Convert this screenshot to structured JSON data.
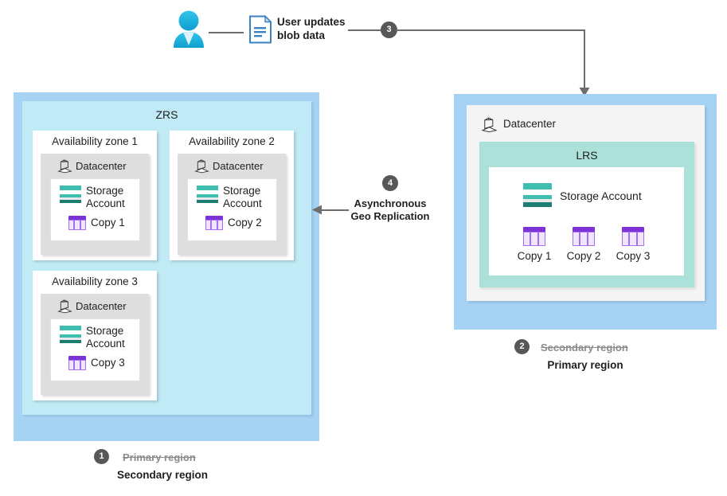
{
  "diagram": {
    "title": "Azure Storage geo-replication failover diagram",
    "colors": {
      "region_blue": "#a6d2f4",
      "zrs_cyan": "#bfeaf6",
      "lrs_teal": "#ace1da",
      "panel_grey": "#f4f4f4",
      "datacenter_grey": "#dedede",
      "storage_teal": "#3fbdae",
      "copy_purple": "#7c32d6",
      "badge_grey": "#575757",
      "line_grey": "#6d6d6d",
      "user_cyan": "#29b6e0",
      "doc_blue": "#3b82c4",
      "strikethrough_grey": "#8c8c8c"
    }
  },
  "flow": {
    "user_icon": "user-person-icon",
    "document_icon": "document-file-icon",
    "user_action_label": "User updates\nblob data",
    "user_action_line1": "User updates",
    "user_action_line2": "blob data",
    "step3_badge": "3"
  },
  "left_region": {
    "badge": "1",
    "caption_old": "Primary region",
    "caption_new": "Secondary region",
    "zrs_title": "ZRS",
    "zones": [
      {
        "name": "Availability zone 1",
        "datacenter_label": "Datacenter",
        "storage_account_line1": "Storage",
        "storage_account_line2": "Account",
        "copy_label": "Copy 1"
      },
      {
        "name": "Availability zone 2",
        "datacenter_label": "Datacenter",
        "storage_account_line1": "Storage",
        "storage_account_line2": "Account",
        "copy_label": "Copy 2"
      },
      {
        "name": "Availability zone 3",
        "datacenter_label": "Datacenter",
        "storage_account_line1": "Storage",
        "storage_account_line2": "Account",
        "copy_label": "Copy 3"
      }
    ]
  },
  "right_region": {
    "badge": "2",
    "caption_old": "Secondary region",
    "caption_new": "Primary region",
    "datacenter_label": "Datacenter",
    "lrs_title": "LRS",
    "storage_account_label": "Storage Account",
    "copies": [
      "Copy 1",
      "Copy 2",
      "Copy 3"
    ]
  },
  "replication": {
    "badge": "4",
    "label_line1": "Asynchronous",
    "label_line2": "Geo Replication",
    "direction": "right-to-left"
  }
}
